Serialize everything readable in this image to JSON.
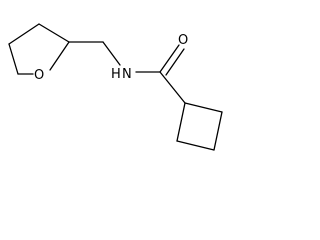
{
  "atoms": {
    "ring_oxygen": "O",
    "amide_nitrogen": "N",
    "amide_hydrogen": "H",
    "carbonyl_oxygen": "O"
  }
}
